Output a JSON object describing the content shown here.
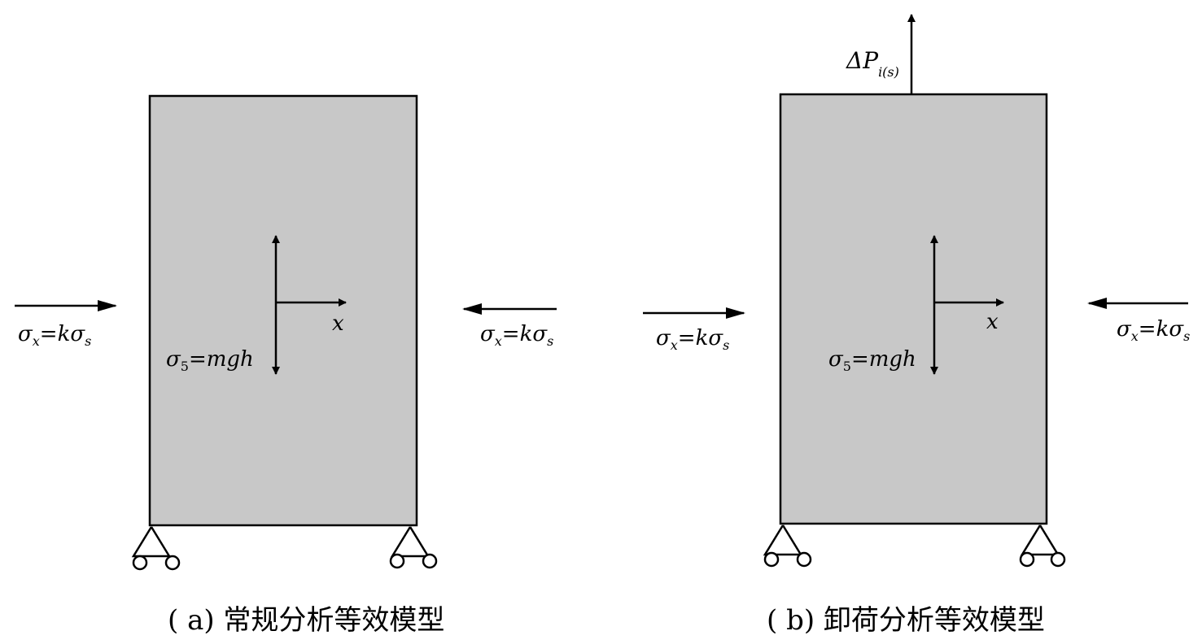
{
  "panel_a": {
    "caption": "( a)  常规分析等效模型",
    "left_load": {
      "main": "σ",
      "sub": "x",
      "mid": "=kσ",
      "sub2": "s"
    },
    "right_load": {
      "main": "σ",
      "sub": "x",
      "mid": "=kσ",
      "sub2": "s"
    },
    "vertical_load": {
      "main": "σ",
      "sub": "5",
      "rest": "=mgh"
    },
    "axis_label": "x"
  },
  "panel_b": {
    "caption": "( b)  卸荷分析等效模型",
    "left_load": {
      "main": "σ",
      "sub": "x",
      "mid": "=kσ",
      "sub2": "s"
    },
    "right_load": {
      "main": "σ",
      "sub": "x",
      "mid": "=kσ",
      "sub2": "s"
    },
    "vertical_load": {
      "main": "σ",
      "sub": "5",
      "rest": "=mgh"
    },
    "axis_label": "x",
    "top_load": {
      "main": "ΔP",
      "sub": "i(s)"
    }
  },
  "colors": {
    "block_fill": "#c8c8c8",
    "stroke": "#000000"
  }
}
